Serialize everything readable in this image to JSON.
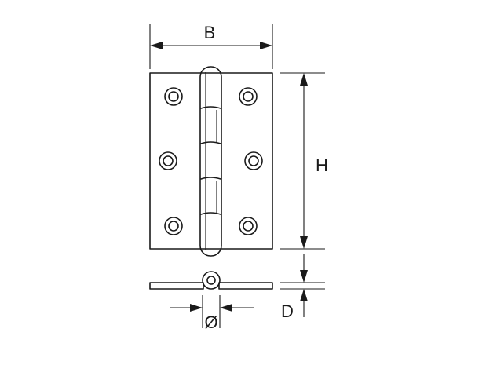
{
  "labels": {
    "width": "B",
    "height": "H",
    "thickness": "D",
    "diameter": "Ø"
  },
  "colors": {
    "line": "#1a1a1a",
    "background": "#ffffff"
  }
}
